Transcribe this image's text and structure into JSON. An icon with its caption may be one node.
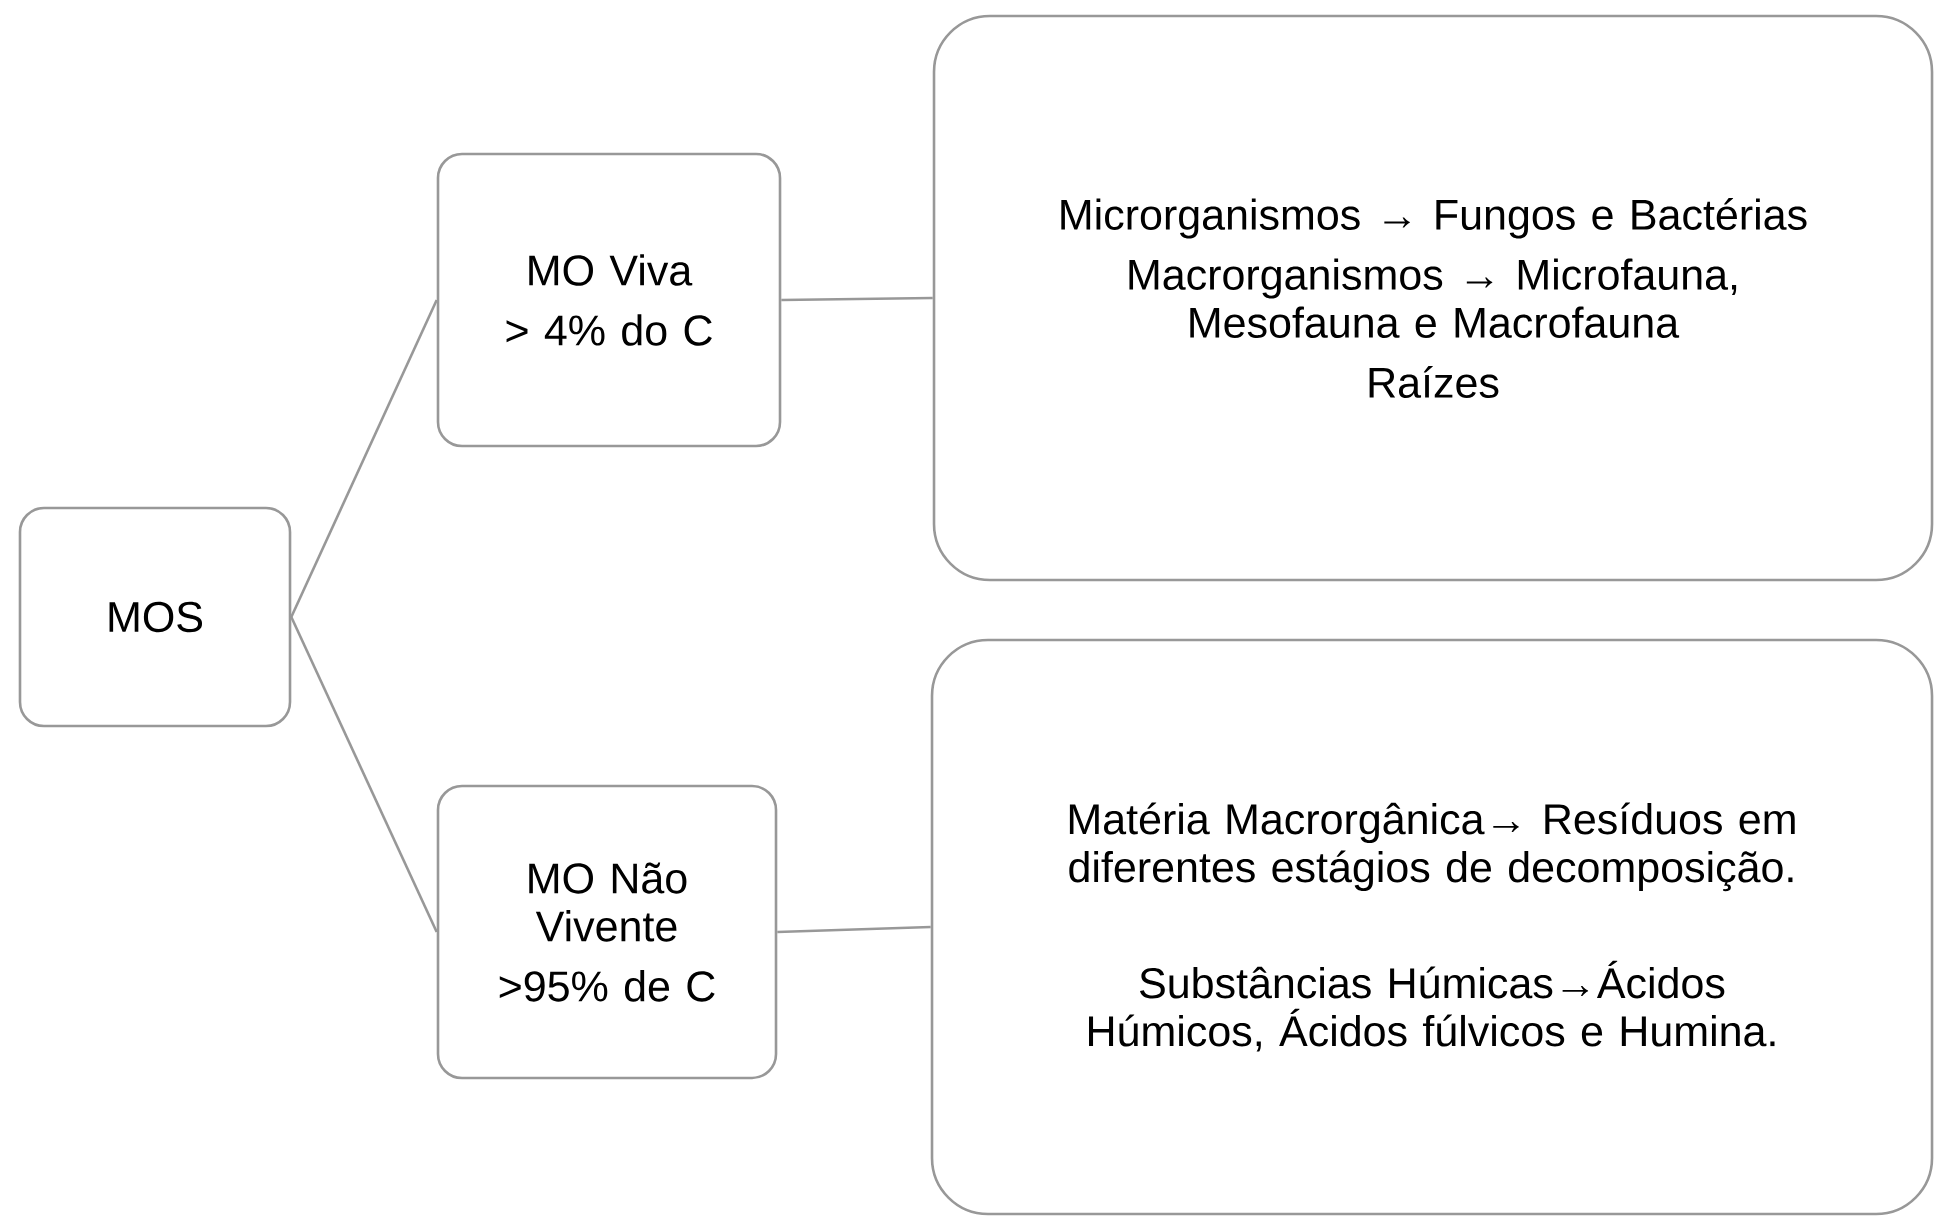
{
  "diagram": {
    "nodes": [
      {
        "text": [
          "MOS"
        ]
      },
      {
        "text": [
          "MO Viva",
          "> 4% do C"
        ]
      },
      {
        "text": [
          "MO Não Vivente",
          ">95% de C"
        ]
      },
      {
        "text": [
          "Microrganismos → Fungos e Bactérias",
          "Macrorganismos → Microfauna, Mesofauna e Macrofauna",
          "Raízes"
        ]
      },
      {
        "text": [
          "Matéria Macrorgânica→ Resíduos em diferentes estágios de decomposição.",
          "Substâncias Húmicas→Ácidos Húmicos, Ácidos fúlvicos e Humina."
        ]
      }
    ],
    "edges": [
      {
        "from": 0,
        "to": 1,
        "arrow": "none"
      },
      {
        "from": 0,
        "to": 2,
        "arrow": "none"
      },
      {
        "from": 1,
        "to": 3,
        "arrow": "none"
      },
      {
        "from": 2,
        "to": 4,
        "arrow": "none"
      }
    ]
  }
}
